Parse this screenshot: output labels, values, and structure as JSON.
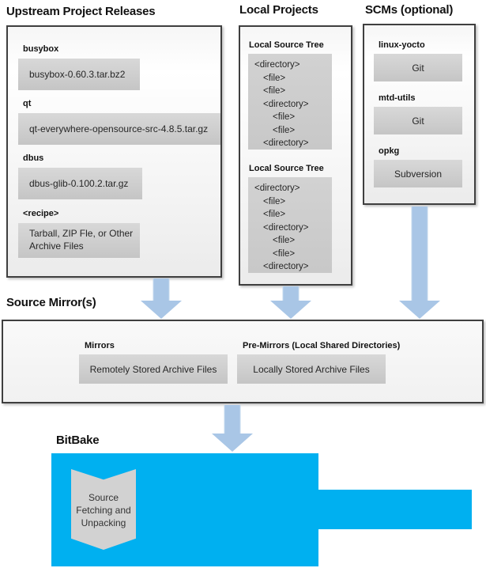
{
  "diagram": {
    "upstream": {
      "title": "Upstream Project Releases",
      "items": [
        {
          "label": "busybox",
          "value": "busybox-0.60.3.tar.bz2"
        },
        {
          "label": "qt",
          "value": "qt-everywhere-opensource-src-4.8.5.tar.gz"
        },
        {
          "label": "dbus",
          "value": "dbus-glib-0.100.2.tar.gz"
        },
        {
          "label": "<recipe>",
          "value": "Tarball, ZIP Fle, or Other Archive Files"
        }
      ]
    },
    "local_projects": {
      "title": "Local Projects",
      "trees": [
        {
          "label": "Local Source Tree",
          "lines": [
            {
              "text": "<directory>",
              "level": 0
            },
            {
              "text": "<file>",
              "level": 1
            },
            {
              "text": "<file>",
              "level": 1
            },
            {
              "text": "<directory>",
              "level": 1
            },
            {
              "text": "<file>",
              "level": 2
            },
            {
              "text": "<file>",
              "level": 2
            },
            {
              "text": "<directory>",
              "level": 1
            }
          ]
        },
        {
          "label": "Local Source Tree",
          "lines": [
            {
              "text": "<directory>",
              "level": 0
            },
            {
              "text": "<file>",
              "level": 1
            },
            {
              "text": "<file>",
              "level": 1
            },
            {
              "text": "<directory>",
              "level": 1
            },
            {
              "text": "<file>",
              "level": 2
            },
            {
              "text": "<file>",
              "level": 2
            },
            {
              "text": "<directory>",
              "level": 1
            }
          ]
        }
      ]
    },
    "scms": {
      "title": "SCMs (optional)",
      "items": [
        {
          "label": "linux-yocto",
          "value": "Git"
        },
        {
          "label": "mtd-utils",
          "value": "Git"
        },
        {
          "label": "opkg",
          "value": "Subversion"
        }
      ]
    },
    "source_mirrors": {
      "title": "Source Mirror(s)",
      "groups": [
        {
          "label": "Mirrors",
          "value": "Remotely Stored Archive Files"
        },
        {
          "label": "Pre-Mirrors (Local Shared Directories)",
          "value": "Locally Stored Archive Files"
        }
      ]
    },
    "bitbake": {
      "title": "BitBake",
      "step": "Source Fetching and Unpacking"
    },
    "colors": {
      "bitbake_blue": "#00b0f0",
      "arrow_blue": "#a9c6e6",
      "item_gray_top": "#d8d8d8",
      "item_gray_bottom": "#c5c5c5",
      "box_border": "#3f3f3f"
    }
  }
}
